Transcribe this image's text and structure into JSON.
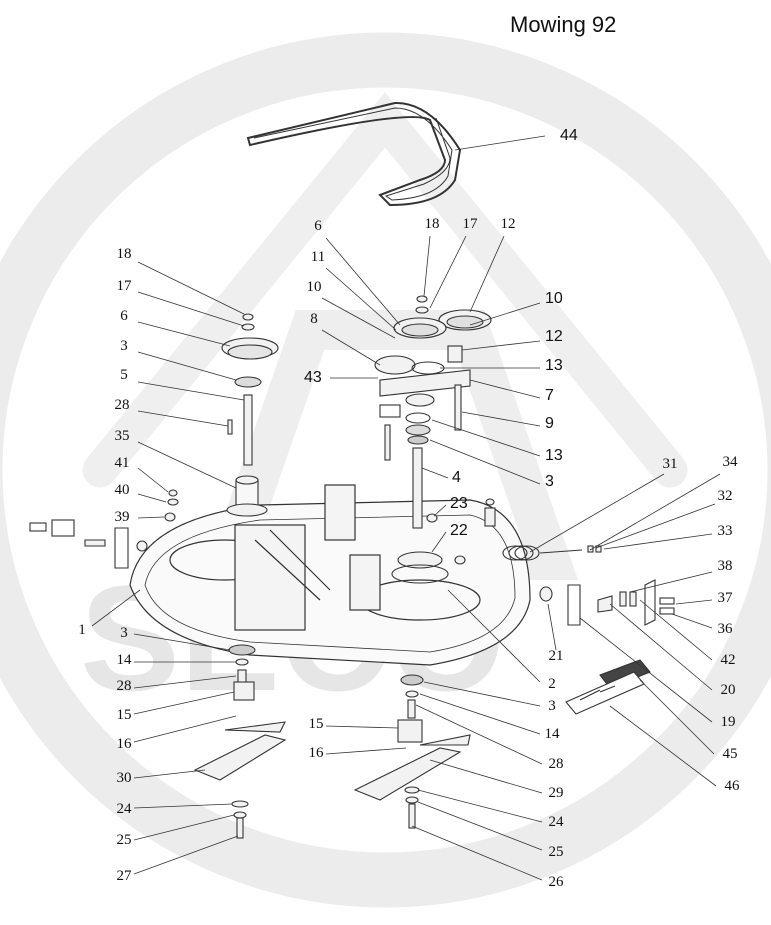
{
  "title": "Mowing 92",
  "watermark": {
    "text": "SECO",
    "color": "#e3e3e3"
  },
  "line_color": "#222222",
  "callouts": [
    "44",
    "18",
    "17",
    "12",
    "6",
    "11",
    "10",
    "10",
    "12",
    "8",
    "13",
    "43",
    "7",
    "9",
    "13",
    "4",
    "3",
    "23",
    "22",
    "18",
    "17",
    "6",
    "3",
    "5",
    "28",
    "35",
    "41",
    "40",
    "39",
    "1",
    "31",
    "34",
    "32",
    "33",
    "38",
    "37",
    "36",
    "42",
    "20",
    "19",
    "45",
    "46",
    "21",
    "2",
    "3",
    "14",
    "28",
    "29",
    "24",
    "25",
    "26",
    "15",
    "16",
    "3",
    "14",
    "28",
    "15",
    "16",
    "30",
    "24",
    "25",
    "27"
  ]
}
